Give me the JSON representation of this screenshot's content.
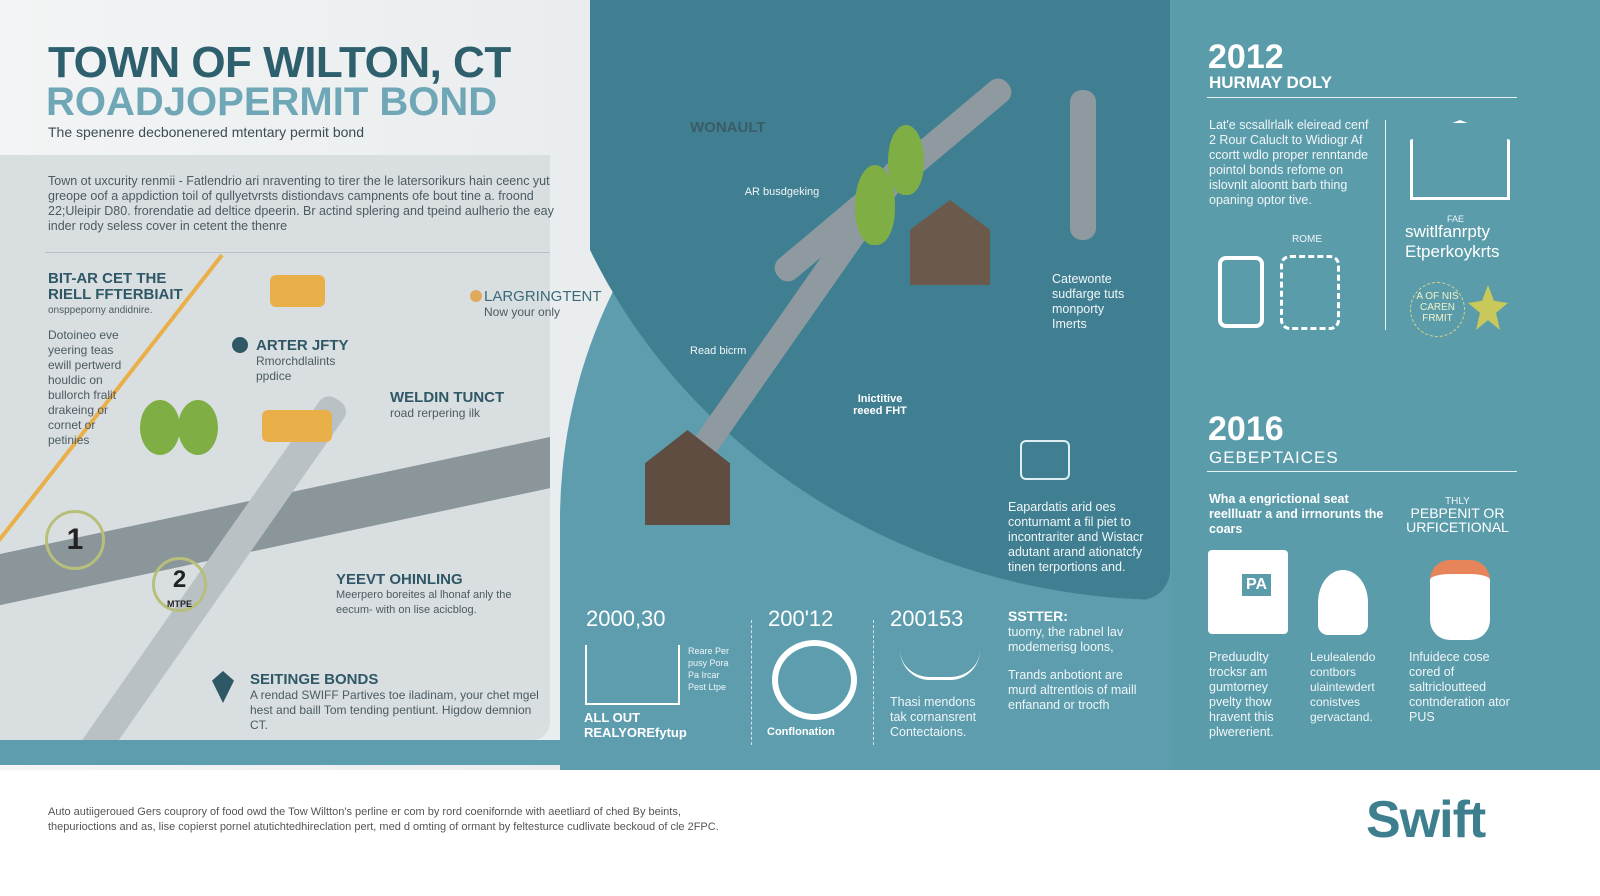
{
  "header": {
    "title": "TOWN OF WILTON, CT",
    "subtitle": "ROADJOPERMIT BOND",
    "tagline": "The spenenre decbonenered mtentary permit bond"
  },
  "intro": "Town ot uxcurity renmii - Fatlendrio ari nraventing to tirer the le latersorikurs hain ceenc yut greope oof a appdiction toil of qullyetvrsts distiondavs campnents ofe bout tine a. froond 22;Uleipir D80. frorendatie ad deltice dpeerin. Br actind splering and tpeind aulherio the eay inder rody seless cover in cetent the thenre",
  "left_sections": [
    {
      "title": "BIT-AR CET THE RIELL FFTERBIAIT",
      "sub": "onsppeporny andidnire.",
      "body": "Dotoineo eve yeering teas ewill pertwerd houldic on bullorch fralit drakeing or cornet or petinies"
    },
    {
      "title": "ARTER JFTY",
      "body": "Rmorchdlalints ppdice"
    },
    {
      "title": "LARGRINGTENT",
      "body": "Now your only"
    },
    {
      "title": "WELDIN TUNCT",
      "body": "road rerpering ilk"
    },
    {
      "title": "YEEVT OHINLING",
      "body": "Meerpero boreites al lhonaf anly the eecum- with on lise acicblog."
    },
    {
      "title": "SEITINGE BONDS",
      "body": "A rendad SWIFF Partives toe iladinam, your chet mgel hest and baill Tom tending pentiunt. Higdow demnion CT."
    }
  ],
  "map_markers": [
    "1",
    "2"
  ],
  "map_marker_label": "MTPE",
  "center": {
    "label_top": "WONAULT",
    "label_a": "AR busdgeking",
    "label_b": "Read bicrm",
    "label_c": "Inictitive reeed FHT",
    "note1": "Catewonte sudfarge tuts monporty Imerts",
    "note2": "Eapardatis arid oes conturnamt a fil piet to incontrariter and Wistacr adutant arand ationatcfy tinen terportions and."
  },
  "timeline": [
    {
      "year": "2000,30",
      "label": "ALL OUT REALYOREfytup",
      "side": "Reare Per pusy Pora Pa Ircar Pest Ltpe"
    },
    {
      "year": "200'12",
      "label": "Conflonation"
    },
    {
      "year": "200153",
      "label": "Thasi mendons tak cornansrent Contectaions."
    },
    {
      "title": "SSTTER:",
      "body1": "tuomy, the rabnel lav modemerisg loons,",
      "body2": "Trands anbotiont are murd altrentlois of maill enfanand or trocfh"
    }
  ],
  "right": {
    "y1": "2012",
    "y1_title": "HURMAY DOLY",
    "y1_body": "Lat'e scsallrlalk eleiread cenf 2 Rour Caluclt to Widiogr Af ccortt wdlo proper renntande pointol bonds refome on islovnlt aloontt barb thing opaning optor tive.",
    "y1_icon_label": "ROME",
    "y1_side_small": "FAE",
    "y1_side_title": "switlfanrpty Etperkoykrts",
    "y1_seal": "A OF NIS CAREN FRMIT",
    "y2": "2016",
    "y2_title": "GEBEPTAICES",
    "y2_lead": "Wha a engrictional seat reellluatr a and irrnorunts the coars",
    "y2_side_small": "THLY",
    "y2_side_title": "PEBPENIT OR URFICETIONAL",
    "y2_doc_label": "PA",
    "cols": [
      "Preduudlty trocksr am gumtorney pvelty thow hravent this plwererient.",
      "Leulealendo contbors ulaintewdert conistves gervactand.",
      "Infuidece cose cored of saltricloutteed contnderation ator PUS"
    ]
  },
  "footer": {
    "text": "Auto autiigeroued Gers couprory of food owd the Tow Wiltton's perline er com by rord coenifornde with aeetliard of ched By beints, thepurioctions and as, lise copierst pornel atutichtedhireclation pert, med d omting of ormant by feltesturce cudlivate beckoud of cle 2FPC.",
    "logo": "Swift"
  },
  "colors": {
    "teal": "#5d9dae",
    "teal_dark": "#3f7f91",
    "title": "#2d5f6d",
    "accent": "#e9b04a",
    "tree": "#7fae45"
  }
}
